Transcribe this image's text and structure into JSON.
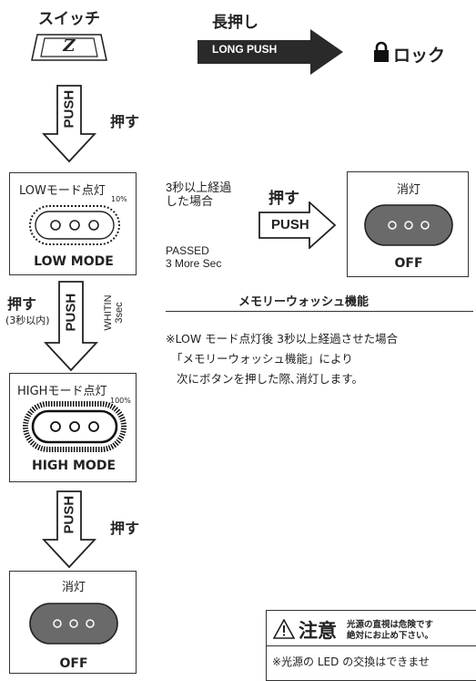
{
  "switch_label": "スイッチ",
  "switch_key": "Z",
  "long_press": {
    "heading": "長押し",
    "arrow_text": "LONG PUSH",
    "lock_label": "ロック"
  },
  "push_word": "PUSH",
  "press_label": "押す",
  "low_mode": {
    "title": "LOWモード点灯",
    "percent": "10%",
    "mode": "LOW MODE"
  },
  "passed": {
    "jp_line1": "3秒以上経過",
    "jp_line2": "した場合",
    "en_line1": "PASSED",
    "en_line2": "3 More Sec"
  },
  "off_label": "消灯",
  "off_mode": "OFF",
  "within": {
    "press_label": "押す",
    "note": "(3秒以内)",
    "within_text": "WHITIN",
    "sec_text": "3sec"
  },
  "memory": {
    "title": "メモリーウォッシュ機能",
    "line1": "※LOW モード点灯後 3秒以上経過させた場合",
    "line2": "「メモリーウォッシュ機能」により",
    "line3": "次にボタンを押した際､消灯します。"
  },
  "high_mode": {
    "title": "HIGHモード点灯",
    "percent": "100%",
    "mode": "HIGH MODE"
  },
  "caution": {
    "title": "注意",
    "line_a": "光源の直視は危険です",
    "line_b": "絶対にお止め下さい。",
    "note": "※光源の LED の交換はできませ"
  }
}
